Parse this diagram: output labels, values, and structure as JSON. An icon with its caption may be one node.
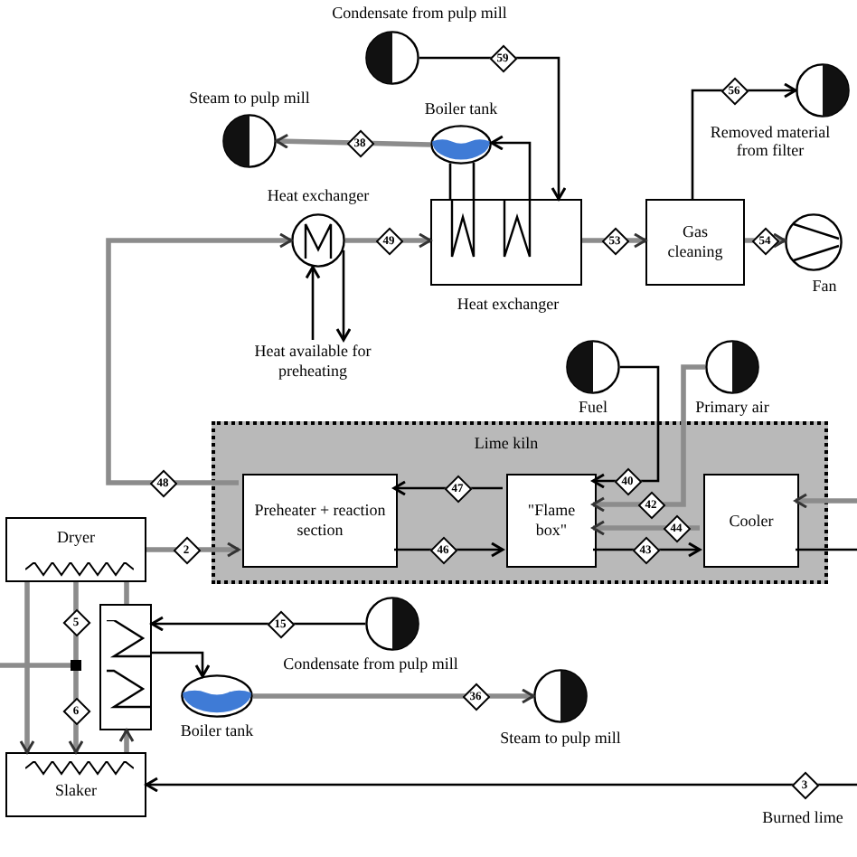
{
  "diagram": {
    "nodes": [
      {
        "text": [
          "Condensate from pulp mill"
        ]
      },
      {
        "text": [
          "Steam to pulp mill"
        ]
      },
      {
        "text": [
          "Boiler tank"
        ]
      },
      {
        "text": [
          "Heat exchanger"
        ]
      },
      {
        "text": [
          "Heat exchanger"
        ]
      },
      {
        "text": [
          "Gas cleaning"
        ]
      },
      {
        "text": [
          "Fan"
        ]
      },
      {
        "text": [
          "Removed material from filter"
        ]
      },
      {
        "text": [
          "Heat available for preheating"
        ]
      },
      {
        "text": [
          "Fuel"
        ]
      },
      {
        "text": [
          "Primary air"
        ]
      },
      {
        "text": [
          "Lime kiln"
        ]
      },
      {
        "text": [
          "Preheater + reaction section"
        ],
        "in": 11
      },
      {
        "text": [
          "\"Flame box\""
        ],
        "in": 11
      },
      {
        "text": [
          "Cooler"
        ],
        "in": 11
      },
      {
        "text": [
          "Dryer"
        ]
      },
      {
        "text": [
          "Slaker"
        ]
      },
      {
        "text": [],
        "shape": "box"
      },
      {
        "text": [
          "Condensate from pulp mill"
        ]
      },
      {
        "text": [
          "Boiler tank"
        ]
      },
      {
        "text": [
          "Steam to pulp mill"
        ]
      },
      {
        "text": [
          "Burned lime"
        ]
      },
      {
        "text": [],
        "shape": "box"
      }
    ],
    "edges": [
      {
        "from": 0,
        "to": 4,
        "arrow": "to",
        "label": "59",
        "color": "#000000"
      },
      {
        "from": 2,
        "to": 1,
        "arrow": "to",
        "label": "38"
      },
      {
        "from": 4,
        "to": 2,
        "arrow": "to",
        "color": "#000000"
      },
      {
        "from": 2,
        "to": 4,
        "arrow": "none",
        "color": "#000000"
      },
      {
        "from": 2,
        "to": 4,
        "arrow": "none",
        "color": "#000000"
      },
      {
        "from": 3,
        "to": 4,
        "arrow": "to",
        "label": "49"
      },
      {
        "from": 4,
        "to": 5,
        "arrow": "to",
        "label": "53"
      },
      {
        "from": 5,
        "to": 6,
        "arrow": "to",
        "label": "54"
      },
      {
        "from": 5,
        "to": 7,
        "arrow": "to",
        "label": "56",
        "color": "#000000"
      },
      {
        "from": 12,
        "to": 3,
        "arrow": "to",
        "label": "48"
      },
      {
        "from": 8,
        "to": 3,
        "arrow": "to",
        "color": "#000000"
      },
      {
        "from": 3,
        "to": 8,
        "arrow": "to",
        "color": "#000000"
      },
      {
        "from": 15,
        "to": 12,
        "arrow": "to",
        "label": "2"
      },
      {
        "from": 13,
        "to": 12,
        "arrow": "to",
        "label": "47",
        "color": "#000000"
      },
      {
        "from": 12,
        "to": 13,
        "arrow": "to",
        "label": "46",
        "color": "#000000"
      },
      {
        "from": 9,
        "to": 13,
        "arrow": "to",
        "label": "40",
        "color": "#000000"
      },
      {
        "from": 10,
        "to": 13,
        "arrow": "to",
        "label": "42"
      },
      {
        "from": 14,
        "to": 13,
        "arrow": "to",
        "label": "44"
      },
      {
        "from": 13,
        "to": 14,
        "arrow": "to",
        "label": "43",
        "color": "#000000"
      },
      {
        "from": null,
        "to": 14,
        "arrow": "to"
      },
      {
        "from": 14,
        "to": null,
        "arrow": "none",
        "color": "#000000"
      },
      {
        "from": 18,
        "to": 17,
        "arrow": "to",
        "label": "15",
        "color": "#000000"
      },
      {
        "from": 17,
        "to": 19,
        "arrow": "to",
        "color": "#000000"
      },
      {
        "from": 19,
        "to": 20,
        "arrow": "to",
        "label": "36"
      },
      {
        "from": 21,
        "to": 16,
        "arrow": "to",
        "label": "3",
        "color": "#000000"
      },
      {
        "from": 15,
        "to": 22,
        "arrow": "none",
        "label": "5"
      },
      {
        "from": 22,
        "to": 16,
        "arrow": "to",
        "label": "6"
      },
      {
        "from": null,
        "to": 22,
        "arrow": "none"
      },
      {
        "from": 15,
        "to": 16,
        "arrow": "to"
      },
      {
        "from": 15,
        "to": 17,
        "arrow": "none"
      },
      {
        "from": 16,
        "to": 17,
        "arrow": "to"
      }
    ]
  }
}
